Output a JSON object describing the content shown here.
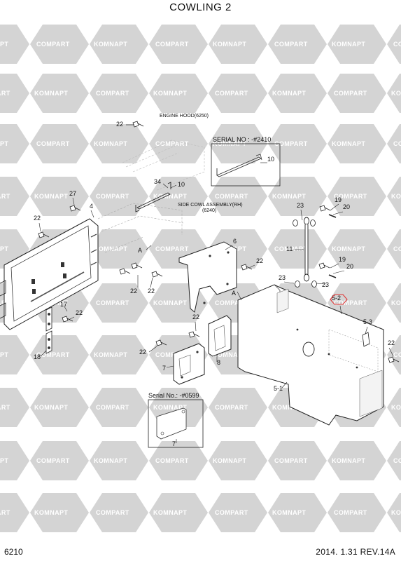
{
  "page": {
    "title": "COWLING 2",
    "page_number": "6210",
    "revision": "2014. 1.31  REV.14A"
  },
  "watermark": {
    "left_text": "KOMNAPT",
    "right_text": "COMPART",
    "color": "#d4d4d4"
  },
  "notes": {
    "engine_hood": "ENGINE HOOD(6250)",
    "side_cowl": "SIDE COWL ASSEMBLY(RH)",
    "side_cowl_code": "(6240)"
  },
  "serial_boxes": {
    "top": "SERIAL NO : -#2410",
    "bottom": "Serial No.: -#0599"
  },
  "callouts": [
    "22",
    "34",
    "10",
    "10",
    "27",
    "4",
    "22",
    "A",
    "6",
    "22",
    "22",
    "22",
    "17",
    "22",
    "18",
    "23",
    "19",
    "20",
    "11",
    "23",
    "19",
    "20",
    "23",
    "22",
    "8",
    "22",
    "7",
    "A",
    "5-2",
    "5-3",
    "22",
    "5-1",
    "7"
  ],
  "highlight_color": "#e03030"
}
